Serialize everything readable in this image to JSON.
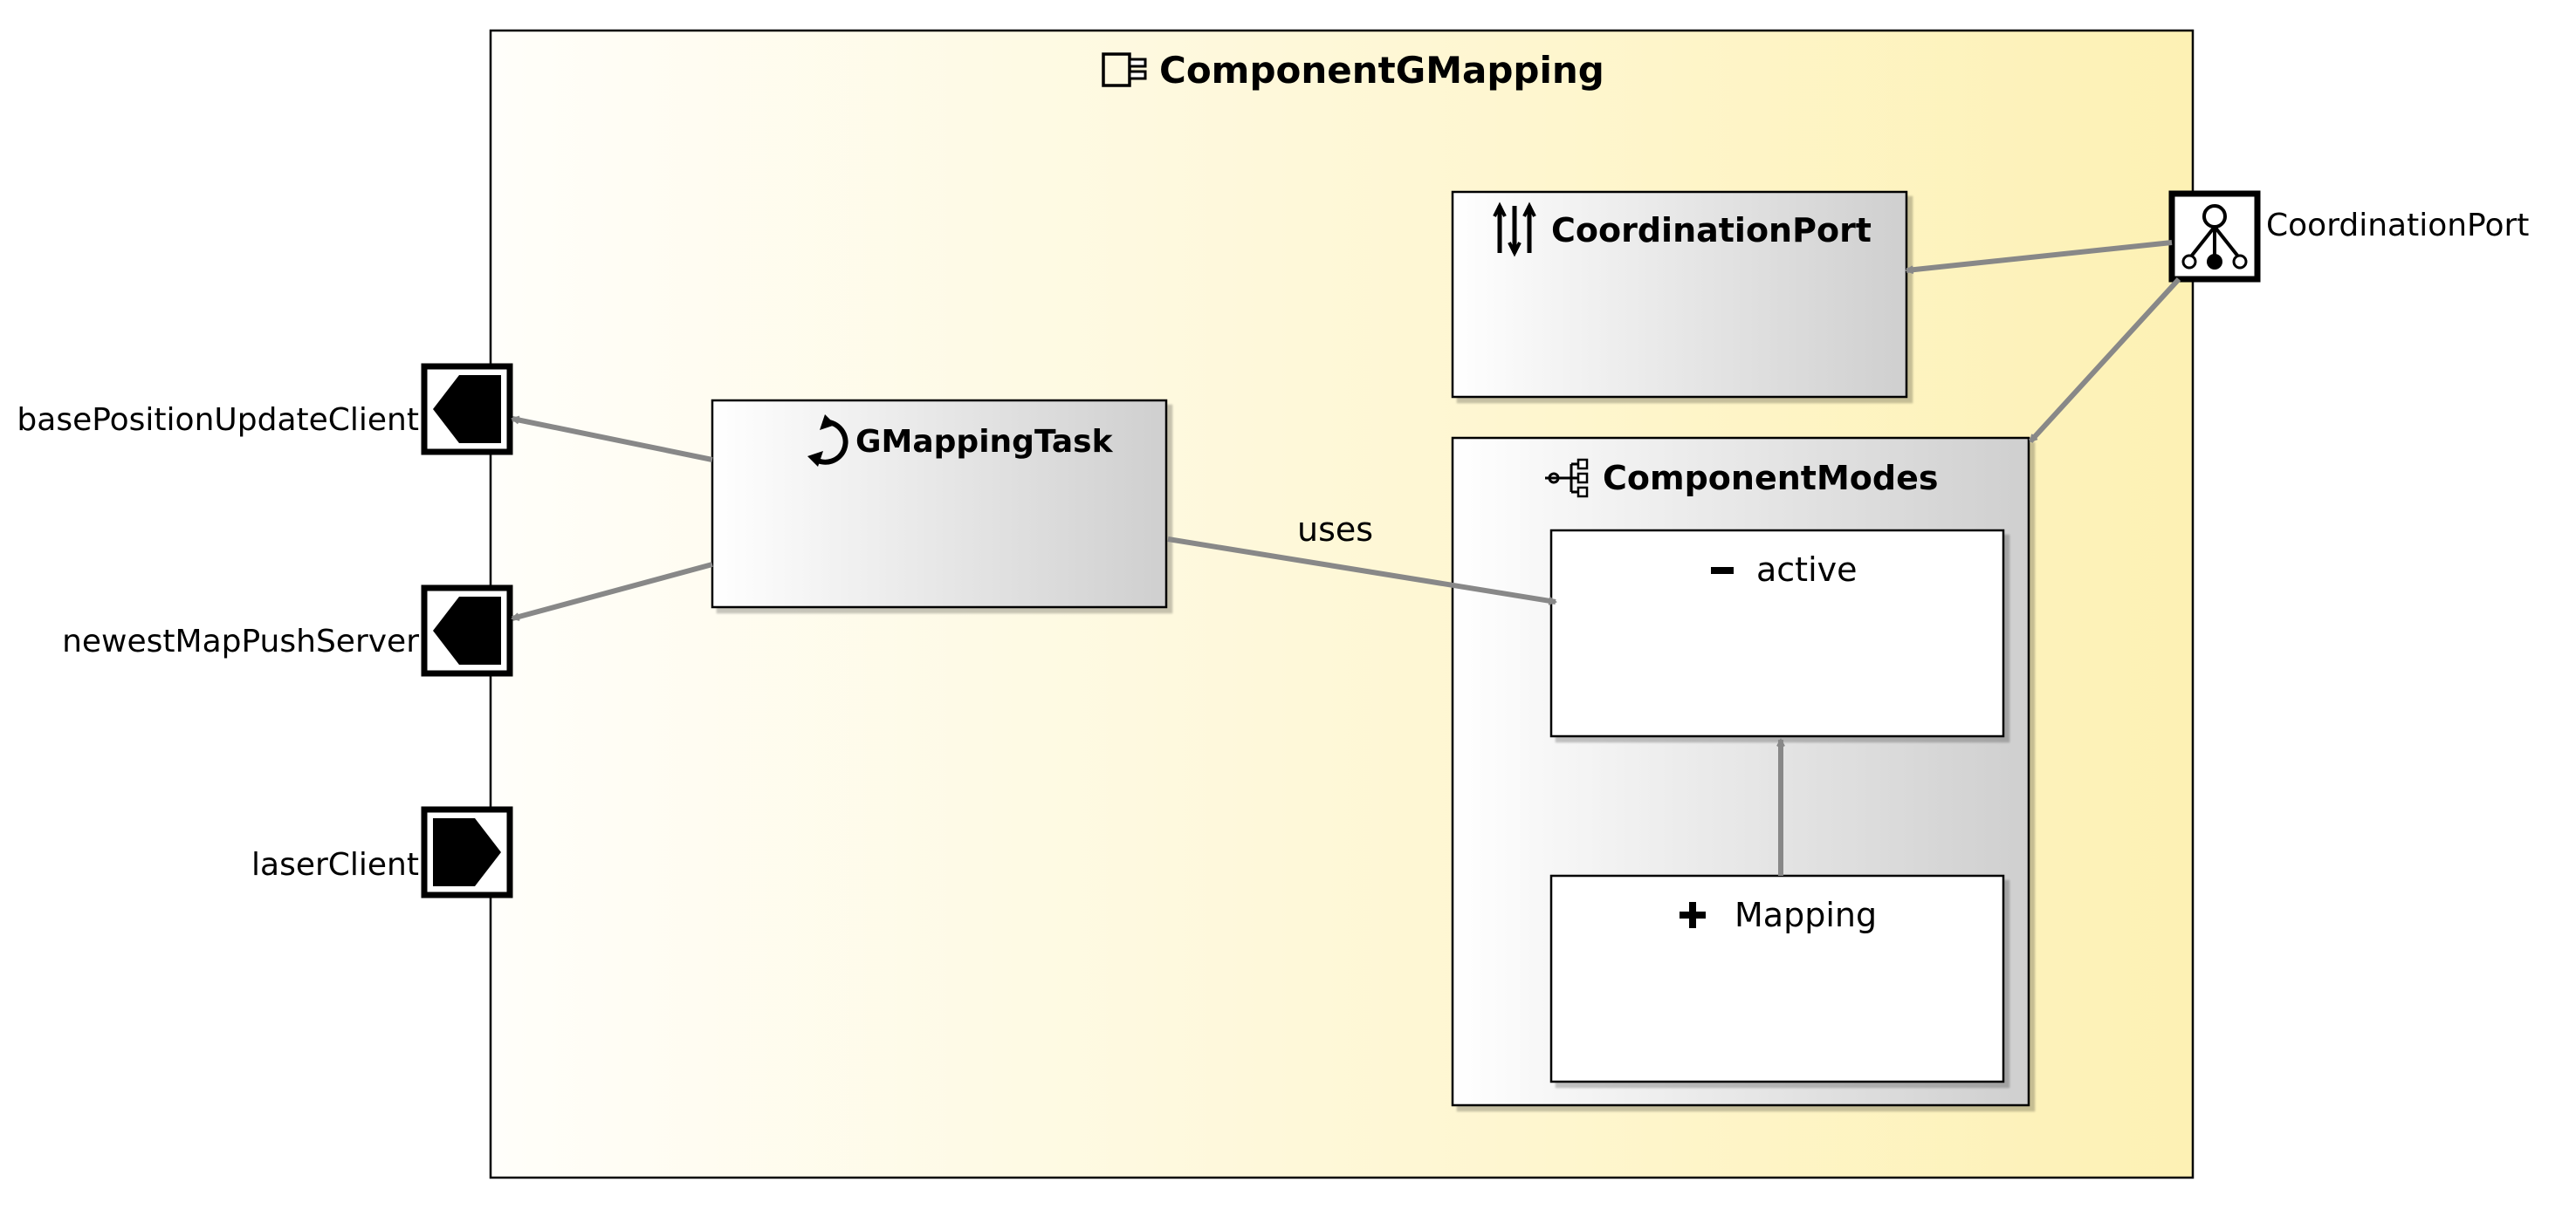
{
  "component": {
    "title": "ComponentGMapping",
    "icon": "component-icon"
  },
  "coordination_port_inner": {
    "title": "CoordinationPort",
    "icon": "coordination-port-icon"
  },
  "coordination_port_outer": {
    "label": "CoordinationPort",
    "icon": "coordination-service-icon"
  },
  "task": {
    "title": "GMappingTask",
    "icon": "task-cycle-icon"
  },
  "modes": {
    "title": "ComponentModes",
    "icon": "modes-tree-icon",
    "active": {
      "label": "active",
      "icon": "minus-icon"
    },
    "mapping": {
      "label": "Mapping",
      "icon": "plus-icon"
    }
  },
  "ports": [
    {
      "label": "basePositionUpdateClient",
      "direction": "out",
      "icon": "output-port-icon"
    },
    {
      "label": "newestMapPushServer",
      "direction": "out",
      "icon": "output-port-icon"
    },
    {
      "label": "laserClient",
      "direction": "in",
      "icon": "input-port-icon"
    }
  ],
  "edges": {
    "uses_label": "uses"
  },
  "colors": {
    "container_gradient_start": "#fffefa",
    "container_gradient_end": "#fdf1b4",
    "box_gradient_start": "#ffffff",
    "box_gradient_end": "#cfcfcf",
    "edge": "#888888"
  }
}
